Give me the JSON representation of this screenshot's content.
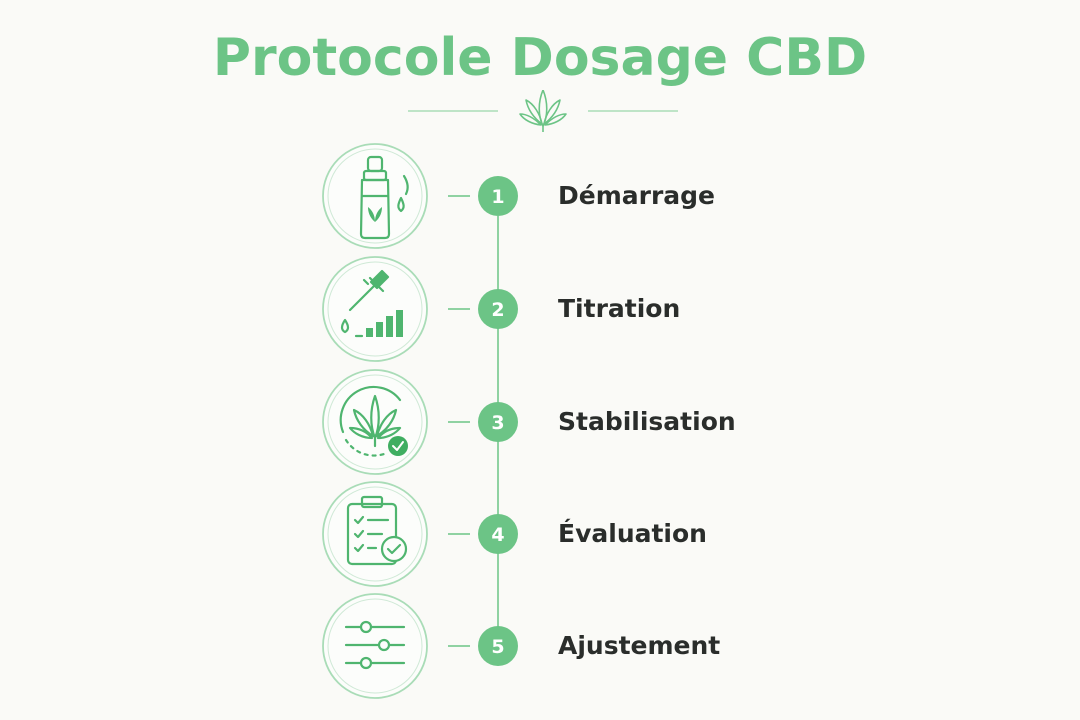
{
  "title": "Protocole Dosage CBD",
  "divider": {
    "icon": "cannabis-leaf-icon"
  },
  "colors": {
    "accent": "#6cc486",
    "accent_dark": "#3fae61",
    "ring": "#a9dcb7",
    "text": "#2a2d2b",
    "background": "#fafaf7"
  },
  "steps": [
    {
      "number": "1",
      "label": "Démarrage",
      "icon": "dropper-bottle-icon"
    },
    {
      "number": "2",
      "label": "Titration",
      "icon": "pipette-bars-icon"
    },
    {
      "number": "3",
      "label": "Stabilisation",
      "icon": "leaf-check-icon"
    },
    {
      "number": "4",
      "label": "Évaluation",
      "icon": "clipboard-check-icon"
    },
    {
      "number": "5",
      "label": "Ajustement",
      "icon": "sliders-icon"
    }
  ]
}
